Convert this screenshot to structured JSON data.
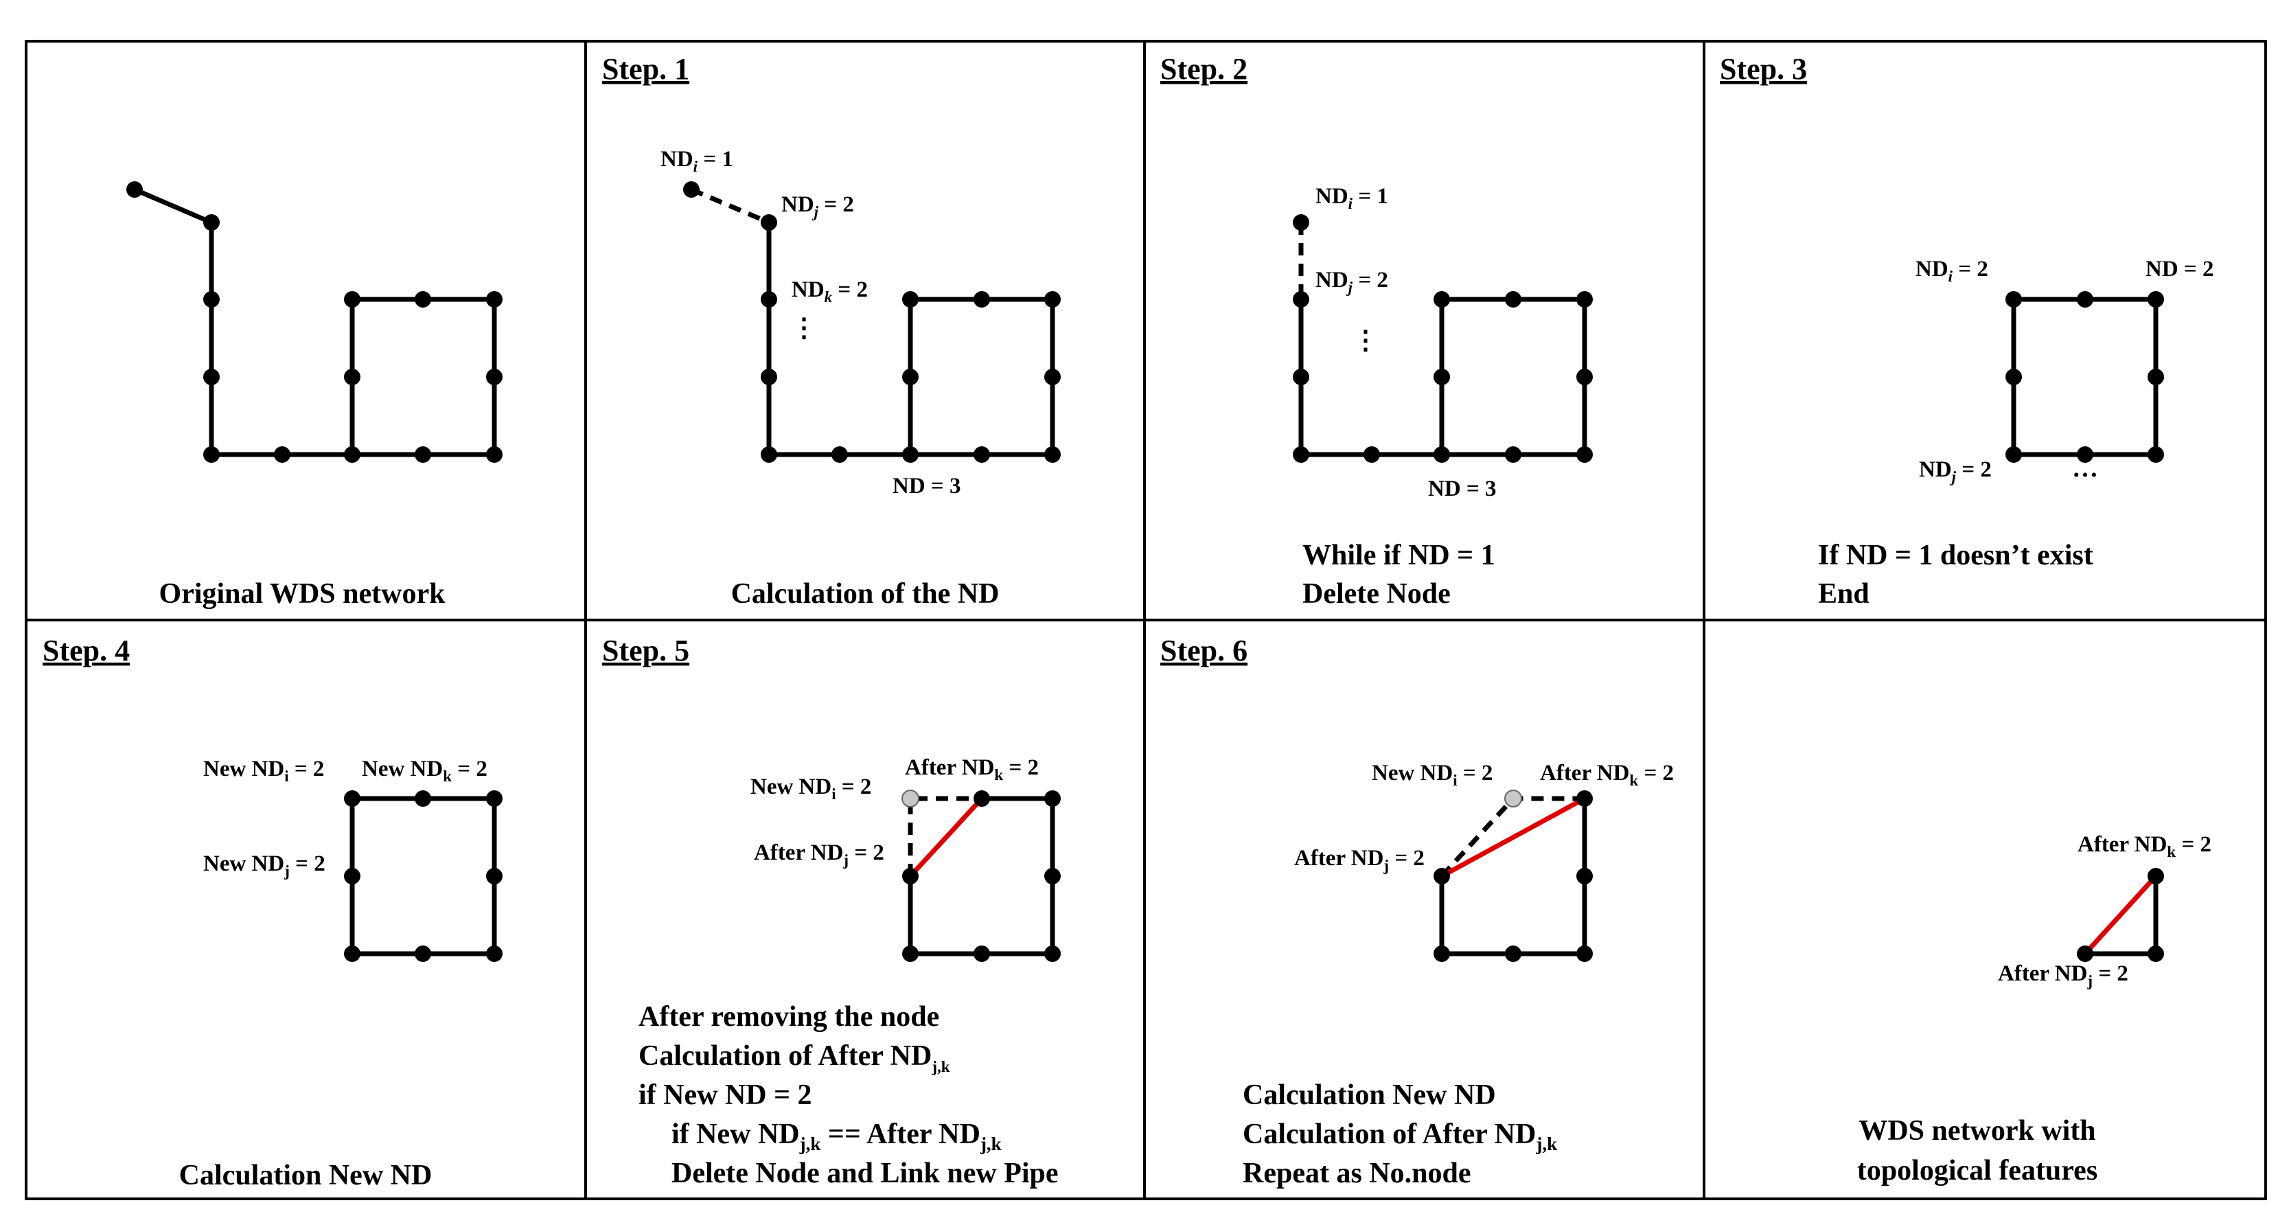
{
  "panels": {
    "p1": {
      "caption": "Original WDS network"
    },
    "p2": {
      "step": "Step. 1",
      "caption": "Calculation of the ND",
      "label_ndi": {
        "main": "ND",
        "sub": "i",
        "tail": " = 1"
      },
      "label_ndj": {
        "main": "ND",
        "sub": "j",
        "tail": " = 2"
      },
      "label_ndk": {
        "main": "ND",
        "sub": "k",
        "tail": " = 2"
      },
      "label_nd3": "ND = 3",
      "ellipsis": "⋮"
    },
    "p3": {
      "step": "Step. 2",
      "caption_line1": "While if ND = 1",
      "caption_line2": "Delete Node",
      "label_ndi": {
        "main": "ND",
        "sub": "i",
        "tail": " = 1"
      },
      "label_ndj": {
        "main": "ND",
        "sub": "j",
        "tail": " = 2"
      },
      "label_nd3": "ND = 3",
      "ellipsis": "⋮"
    },
    "p4": {
      "step": "Step. 3",
      "caption_line1": "If ND = 1 doesn’t exist",
      "caption_line2": "End",
      "label_ndi": {
        "main": "ND",
        "sub": "i",
        "tail": " = 2"
      },
      "label_nd2": "ND = 2",
      "label_ndj": {
        "main": "ND",
        "sub": "j",
        "tail": " = 2"
      },
      "ellipsis": "…"
    },
    "p5": {
      "step": "Step. 4",
      "caption": "Calculation New ND",
      "label_ndi": {
        "main": "New ND",
        "sub": "i",
        "tail": " = 2"
      },
      "label_ndk": {
        "main": "New ND",
        "sub": "k",
        "tail": " = 2"
      },
      "label_ndj": {
        "main": "New ND",
        "sub": "j",
        "tail": " = 2"
      }
    },
    "p6": {
      "step": "Step. 5",
      "label_ndi": {
        "main": "New ND",
        "sub": "i",
        "tail": " = 2"
      },
      "label_ndk": {
        "main": "After ND",
        "sub": "k",
        "tail": " = 2"
      },
      "label_ndj": {
        "main": "After ND",
        "sub": "j",
        "tail": " = 2"
      },
      "caption_line1": "After removing the node",
      "caption_line2": {
        "main": "Calculation of  After ND",
        "sub": "j,k",
        "tail": ""
      },
      "caption_line3": "if New ND = 2",
      "caption_line4": {
        "main": "if New ND",
        "sub": "j,k",
        "mid": " == After ND",
        "sub2": "j,k"
      },
      "caption_line5": "Delete Node and Link new Pipe"
    },
    "p7": {
      "step": "Step. 6",
      "label_ndi": {
        "main": "New ND",
        "sub": "i",
        "tail": " = 2"
      },
      "label_ndk": {
        "main": "After ND",
        "sub": "k",
        "tail": " = 2"
      },
      "label_ndj": {
        "main": "After ND",
        "sub": "j",
        "tail": " = 2"
      },
      "caption_line1": "Calculation New ND",
      "caption_line2": {
        "main": "Calculation of  After ND",
        "sub": "j,k",
        "tail": ""
      },
      "caption_line3": "Repeat as No.node"
    },
    "p8": {
      "caption_line1": "WDS network with",
      "caption_line2": "topological features",
      "label_ndk": {
        "main": "After ND",
        "sub": "k",
        "tail": " = 2"
      },
      "label_ndj": {
        "main": "After ND",
        "sub": "j",
        "tail": " = 2"
      }
    }
  },
  "colors": {
    "pipe": "#000000",
    "new_pipe": "#e00000",
    "removed_node": "#c8c8c8"
  }
}
